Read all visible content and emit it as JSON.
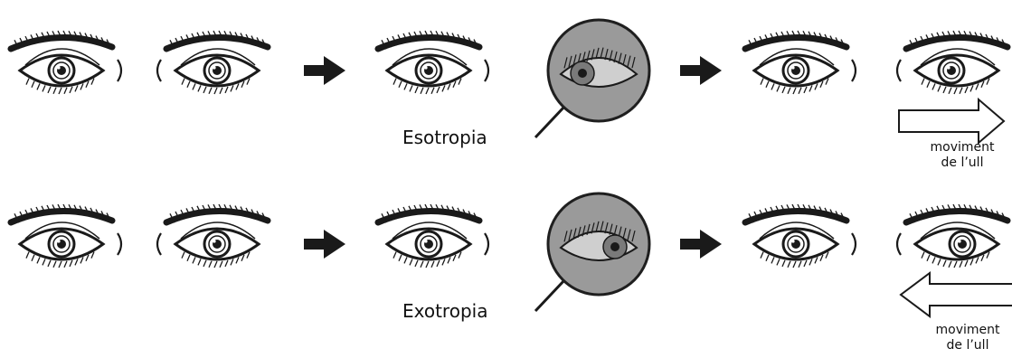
{
  "colors": {
    "ink": "#1a1a1a",
    "magnifier_fill": "#9a9a9a",
    "magnifier_ring": "#1f1f1f",
    "background": "#ffffff"
  },
  "rows": [
    {
      "condition_label": "Esotropia",
      "movement_label_line1": "moviment",
      "movement_label_line2": "de l’ull",
      "movement_direction": "right"
    },
    {
      "condition_label": "Exotropia",
      "movement_label_line1": "moviment",
      "movement_label_line2": "de l’ull",
      "movement_direction": "left"
    }
  ]
}
